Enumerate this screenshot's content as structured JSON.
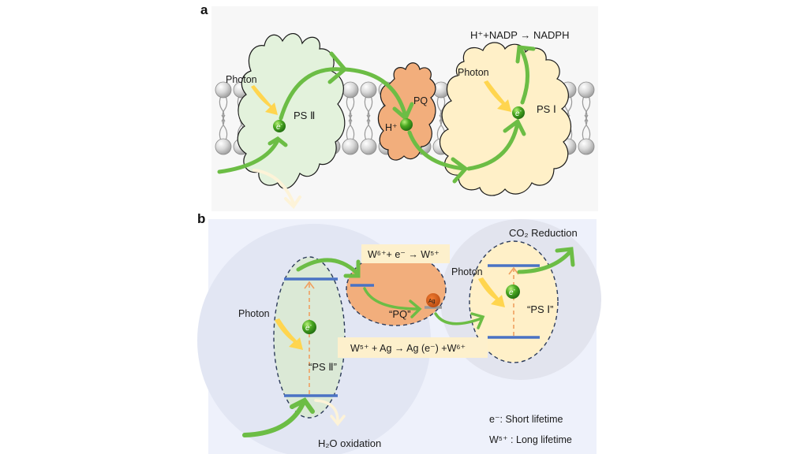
{
  "figure": {
    "panel_a": {
      "label": "a",
      "photon_left": "Photon",
      "photon_right": "Photon",
      "ps2": "PS Ⅱ",
      "pq": "PQ",
      "h_plus": "H⁺",
      "ps1": "PS Ⅰ",
      "electron": "e",
      "electron_sup": "-",
      "reaction": "H⁺+NADP → NADPH"
    },
    "panel_b": {
      "label": "b",
      "reaction_top": "W⁶⁺+ e⁻ → W⁵⁺",
      "reaction_bottom": "W⁵⁺ + Ag → Ag (e⁻) +W⁶⁺",
      "photon_left": "Photon",
      "photon_right": "Photon",
      "ps2": "“PS Ⅱ”",
      "pq": "“PQ”",
      "ps1": "“PS Ⅰ”",
      "ag": "Ag",
      "electron": "e",
      "electron_sup": "-",
      "co2": "CO₂ Reduction",
      "h2o": "H₂O oxidation",
      "legend_1": "e⁻: Short lifetime",
      "legend_2": "W⁵⁺ : Long lifetime"
    },
    "colors": {
      "arrow_green": "#6cbd45",
      "photon_yellow": "#ffd54f",
      "ps2_fill": "#e3f2dc",
      "ps1_fill": "#fff0c8",
      "pq_fill": "#f2ae7c",
      "level_blue": "#4a72c4",
      "panel_b_bg": "#eef1fb"
    }
  }
}
